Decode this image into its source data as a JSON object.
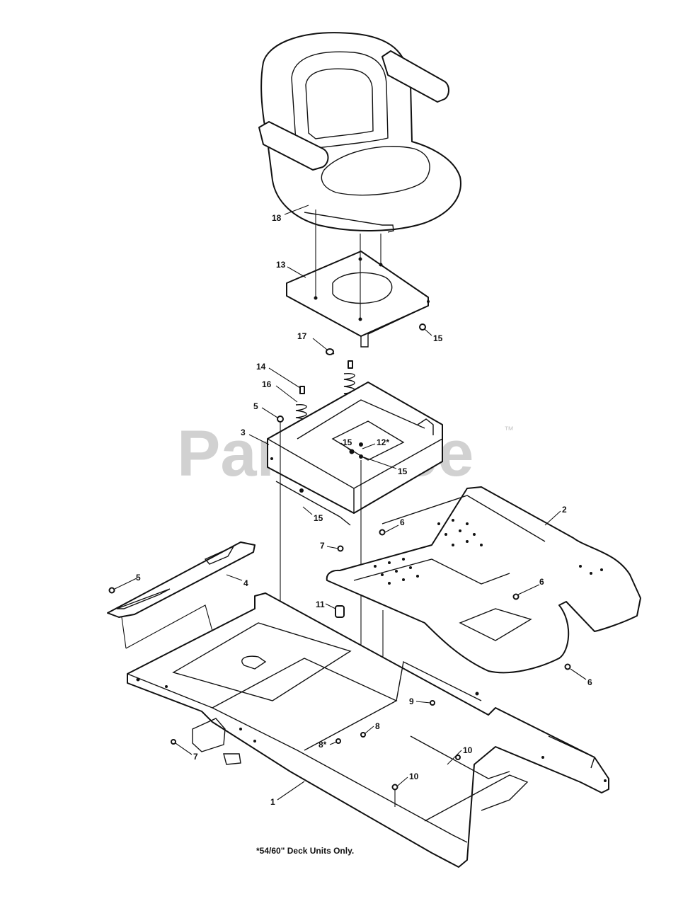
{
  "watermark": {
    "text": "PartsTree",
    "trademark": "™"
  },
  "footnote": "*54/60\" Deck Units Only.",
  "callouts": [
    {
      "id": "c18",
      "label": "18"
    },
    {
      "id": "c13",
      "label": "13"
    },
    {
      "id": "c17",
      "label": "17"
    },
    {
      "id": "c15a",
      "label": "15"
    },
    {
      "id": "c14",
      "label": "14"
    },
    {
      "id": "c16",
      "label": "16"
    },
    {
      "id": "c5a",
      "label": "5"
    },
    {
      "id": "c3",
      "label": "3"
    },
    {
      "id": "c15b",
      "label": "15"
    },
    {
      "id": "c12",
      "label": "12*"
    },
    {
      "id": "c15c",
      "label": "15"
    },
    {
      "id": "c15d",
      "label": "15"
    },
    {
      "id": "c2",
      "label": "2"
    },
    {
      "id": "c6a",
      "label": "6"
    },
    {
      "id": "c7a",
      "label": "7"
    },
    {
      "id": "c5b",
      "label": "5"
    },
    {
      "id": "c4",
      "label": "4"
    },
    {
      "id": "c6b",
      "label": "6"
    },
    {
      "id": "c11",
      "label": "11"
    },
    {
      "id": "c6c",
      "label": "6"
    },
    {
      "id": "c9",
      "label": "9"
    },
    {
      "id": "c8a",
      "label": "8"
    },
    {
      "id": "c8b",
      "label": "8*"
    },
    {
      "id": "c10a",
      "label": "10"
    },
    {
      "id": "c7b",
      "label": "7"
    },
    {
      "id": "c10b",
      "label": "10"
    },
    {
      "id": "c1",
      "label": "1"
    }
  ]
}
